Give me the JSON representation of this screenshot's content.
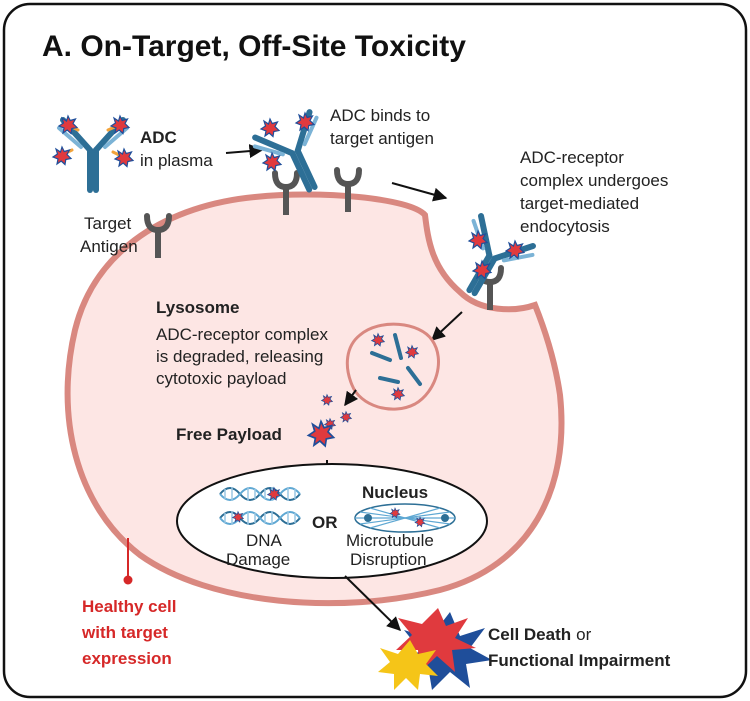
{
  "title": "A. On-Target, Off-Site Toxicity",
  "adc": {
    "name": "ADC",
    "location": "in plasma"
  },
  "binds": {
    "line1": "ADC binds to",
    "line2": "target antigen"
  },
  "endocytosis": {
    "line1": "ADC-receptor",
    "line2": "complex undergoes",
    "line3": "target-mediated",
    "line4": "endocytosis"
  },
  "target_antigen": {
    "line1": "Target",
    "line2": "Antigen"
  },
  "lysosome": {
    "heading": "Lysosome",
    "line1": "ADC-receptor complex",
    "line2": "is degraded, releasing",
    "line3": "cytotoxic payload"
  },
  "free_payload": "Free Payload",
  "nucleus": {
    "label": "Nucleus",
    "or": "OR",
    "dna_line1": "DNA",
    "dna_line2": "Damage",
    "mt_line1": "Microtubule",
    "mt_line2": "Disruption"
  },
  "healthy_cell": {
    "line1": "Healthy cell",
    "line2": "with target",
    "line3": "expression"
  },
  "outcome": {
    "part1": "Cell Death",
    "part2": "or",
    "part3": "Functional Impairment"
  },
  "colors": {
    "antibody_blue": "#2d6f96",
    "payload_red": "#e03a3e",
    "payload_blue": "#1f4e9a",
    "linker_orange": "#f2a33a",
    "receptor_gray": "#555555",
    "cell_fill": "#fde6e4",
    "cell_border": "#d98880",
    "accent_red": "#d62828"
  },
  "icons": [
    "antibody-drug-conjugate-icon",
    "receptor-icon",
    "payload-star-icon",
    "dna-helix-icon",
    "microtubule-icon",
    "explosion-icon"
  ]
}
